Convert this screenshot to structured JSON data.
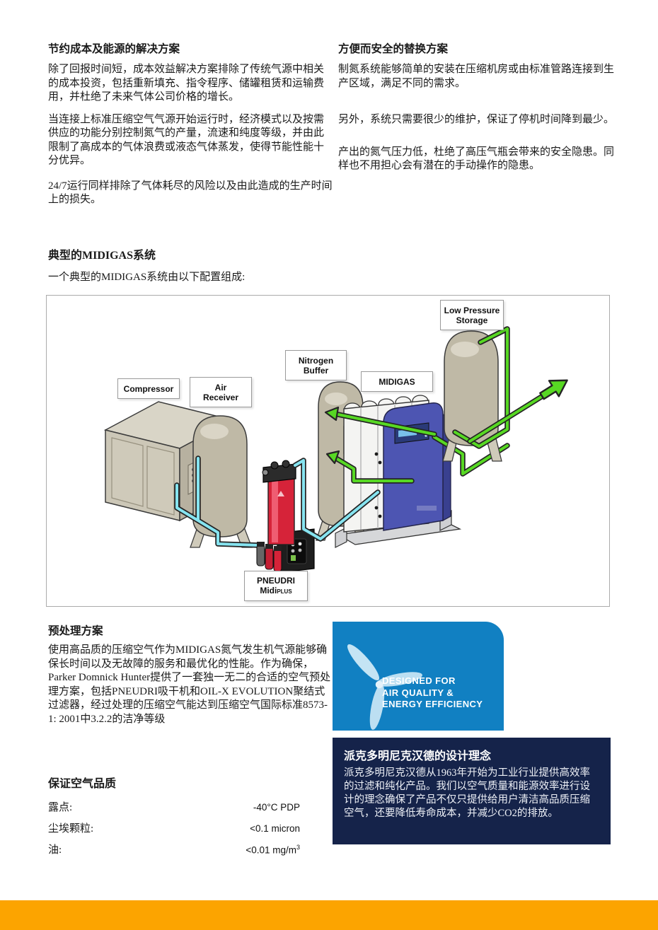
{
  "content": {
    "left_column": {
      "heading": "节约成本及能源的解决方案",
      "para1": "除了回报时间短，成本效益解决方案排除了传统气源中相关的成本投资，包括重新填充、指令程序、储罐租赁和运输费用，并杜绝了未来气体公司价格的增长。",
      "para2": "当连接上标准压缩空气气源开始运行时，经济模式以及按需供应的功能分别控制氮气的产量，流速和纯度等级，并由此限制了高成本的气体浪费或液态气体蒸发，使得节能性能十分优异。",
      "para3": "24/7运行同样排除了气体耗尽的风险以及由此造成的生产时间上的损失。"
    },
    "right_column": {
      "heading": "方便而安全的替换方案",
      "para1": "制氮系统能够简单的安装在压缩机房或由标准管路连接到生产区域，满足不同的需求。",
      "para2": "另外，系统只需要很少的维护，保证了停机时间降到最少。",
      "para3": "产出的氮气压力低，杜绝了高压气瓶会带来的安全隐患。同样也不用担心会有潜在的手动操作的隐患。"
    },
    "system_section": {
      "heading": "典型的MIDIGAS系统",
      "subheading": "一个典型的MIDIGAS系统由以下配置组成:"
    },
    "diagram": {
      "labels": {
        "compressor": "Compressor",
        "air_receiver_line1": "Air",
        "air_receiver_line2": "Receiver",
        "nitrogen_buffer_line1": "Nitrogen",
        "nitrogen_buffer_line2": "Buffer",
        "midigas": "MIDIGAS",
        "low_pressure_line1": "Low Pressure",
        "low_pressure_line2": "Storage",
        "pneudri_line1": "PNEUDRI",
        "pneudri_line2a": "Midi",
        "pneudri_line2b": "PLUS"
      }
    },
    "pretreatment": {
      "heading": "预处理方案",
      "body": "使用高品质的压缩空气作为MIDIGAS氮气发生机气源能够确保长时间以及无故障的服务和最优化的性能。作为确保，Parker Domnick Hunter提供了一套独一无二的合适的空气预处理方案，包括PNEUDRI吸干机和OIL-X EVOLUTION聚结式过滤器，经过处理的压缩空气能达到压缩空气国际标准8573-1: 2001中3.2.2的洁净等级"
    },
    "designed_badge": {
      "line1": "DESIGNED FOR",
      "line2": "AIR QUALITY &",
      "line3": "ENERGY EFFICIENCY"
    },
    "philosophy": {
      "heading": "派克多明尼克汉德的设计理念",
      "body": "派克多明尼克汉德从1963年开始为工业行业提供高效率的过滤和纯化产品。我们以空气质量和能源效率进行设计的理念确保了产品不仅只提供给用户清洁高品质压缩空气，还要降低寿命成本，并减少CO2的排放。"
    },
    "air_quality": {
      "heading": "保证空气品质",
      "rows": [
        {
          "label": "露点:",
          "value": "-40°C PDP"
        },
        {
          "label": "尘埃颗粒:",
          "value": "<0.1 micron"
        },
        {
          "label": "油:",
          "value": "<0.01 mg/m",
          "value_sup": "3"
        }
      ]
    },
    "colors": {
      "accent_orange": "#FCA400",
      "badge_blue": "#1180c2",
      "philosophy_navy": "#15234a",
      "pipe_air_cyan": "#86e4f0",
      "pipe_nitrogen_green": "#57d823",
      "tank_beige": "#bfb9a6",
      "midigas_blue": "#4d55b2",
      "pneudri_red": "#d62339"
    }
  }
}
